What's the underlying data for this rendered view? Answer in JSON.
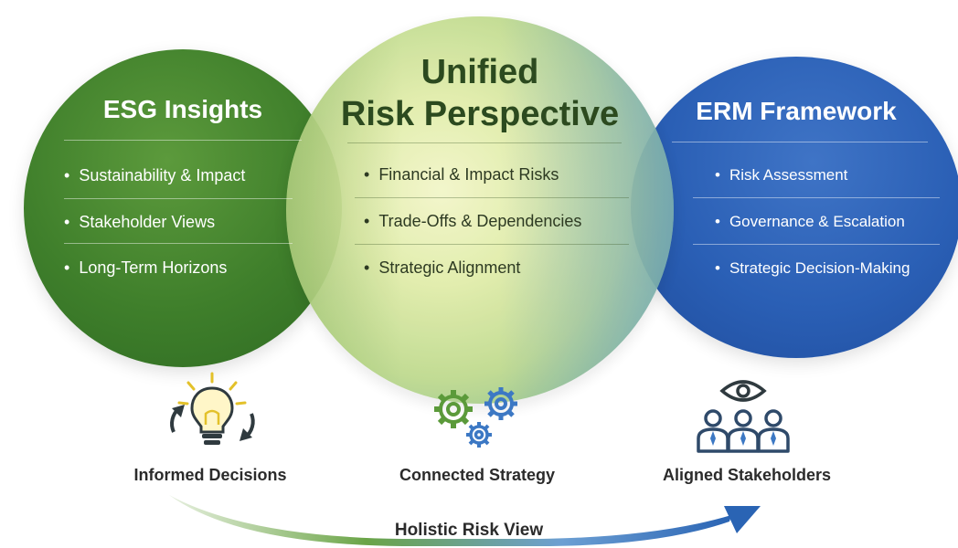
{
  "esg": {
    "title": "ESG Insights",
    "items": [
      "Sustainability & Impact",
      "Stakeholder Views",
      "Long-Term Horizons"
    ]
  },
  "urp": {
    "title_line1": "Unified",
    "title_line2": "Risk Perspective",
    "items": [
      "Financial & Impact Risks",
      "Trade-Offs & Dependencies",
      "Strategic Alignment"
    ]
  },
  "erm": {
    "title": "ERM Framework",
    "items": [
      "Risk Assessment",
      "Governance & Escalation",
      "Strategic Decision-Making"
    ]
  },
  "bottom": {
    "labels": [
      "Informed Decisions",
      "Connected Strategy",
      "Aligned Stakeholders"
    ],
    "arrow_label": "Holistic Risk View",
    "icons": [
      "lightbulb-cycle-icon",
      "gears-icon",
      "stakeholders-eye-icon"
    ]
  },
  "bullet": "•",
  "colors": {
    "esg_green": "#3f7f2b",
    "erm_blue": "#2a5fb5",
    "center_light": "#e0eca8",
    "icon_dark": "#2f3a3f",
    "icon_yellow": "#e3c12a",
    "icon_green": "#5b9a3a",
    "icon_blue": "#3c78c4"
  }
}
